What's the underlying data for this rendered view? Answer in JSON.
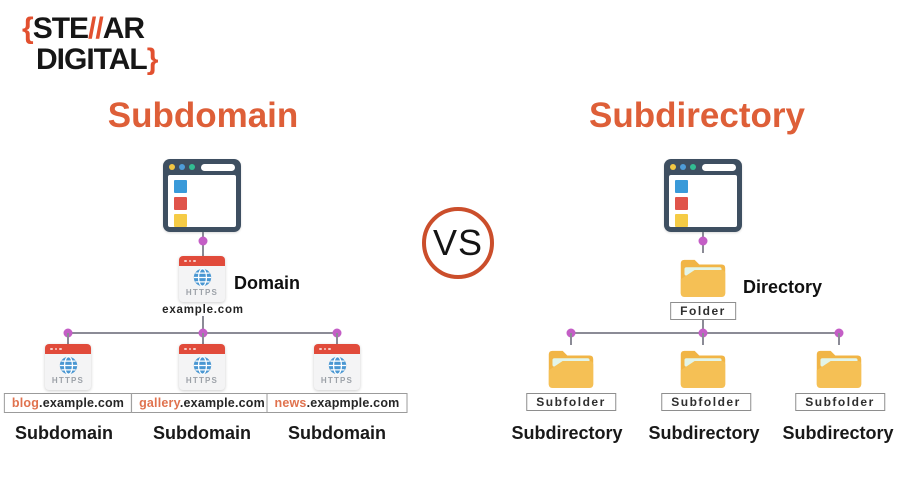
{
  "logo": {
    "brace_open": "{",
    "word1_part1": "STE",
    "slashes": "//",
    "word1_part2": "AR",
    "word2": "DIGITAL",
    "brace_close": "}"
  },
  "vs_badge": "VS",
  "left_section": {
    "heading": "Subdomain",
    "root": {
      "icon_label": "HTTPS",
      "name": "Domain",
      "domain": "example.com"
    },
    "children": [
      {
        "icon_label": "HTTPS",
        "url_prefix": "blog",
        "url_suffix": ".example.com",
        "caption": "Subdomain"
      },
      {
        "icon_label": "HTTPS",
        "url_prefix": "gallery",
        "url_suffix": ".example.com",
        "caption": "Subdomain"
      },
      {
        "icon_label": "HTTPS",
        "url_prefix": "news",
        "url_suffix": ".exapmple.com",
        "caption": "Subdomain"
      }
    ]
  },
  "right_section": {
    "heading": "Subdirectory",
    "root": {
      "name": "Directory",
      "box_label": "Folder"
    },
    "children": [
      {
        "box_label": "Subfolder",
        "caption": "Subdirectory"
      },
      {
        "box_label": "Subfolder",
        "caption": "Subdirectory"
      },
      {
        "box_label": "Subfolder",
        "caption": "Subdirectory"
      }
    ]
  },
  "colors": {
    "accent_orange": "#DE5F38",
    "connector_purple": "#C45EC6",
    "line_gray": "#8B8B96"
  }
}
